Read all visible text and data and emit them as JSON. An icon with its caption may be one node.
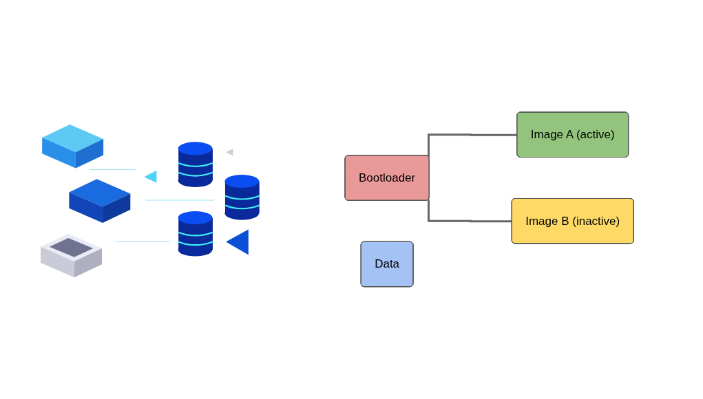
{
  "diagram": {
    "nodes": [
      {
        "text": [
          "Bootloader"
        ]
      },
      {
        "text": [
          "Image A (active)"
        ]
      },
      {
        "text": [
          "Image B (inactive)"
        ]
      },
      {
        "text": [
          "Data"
        ]
      }
    ],
    "edges": [
      {
        "from": 0,
        "to": 1,
        "arrow": "none"
      },
      {
        "from": 0,
        "to": 2,
        "arrow": "none"
      }
    ]
  }
}
